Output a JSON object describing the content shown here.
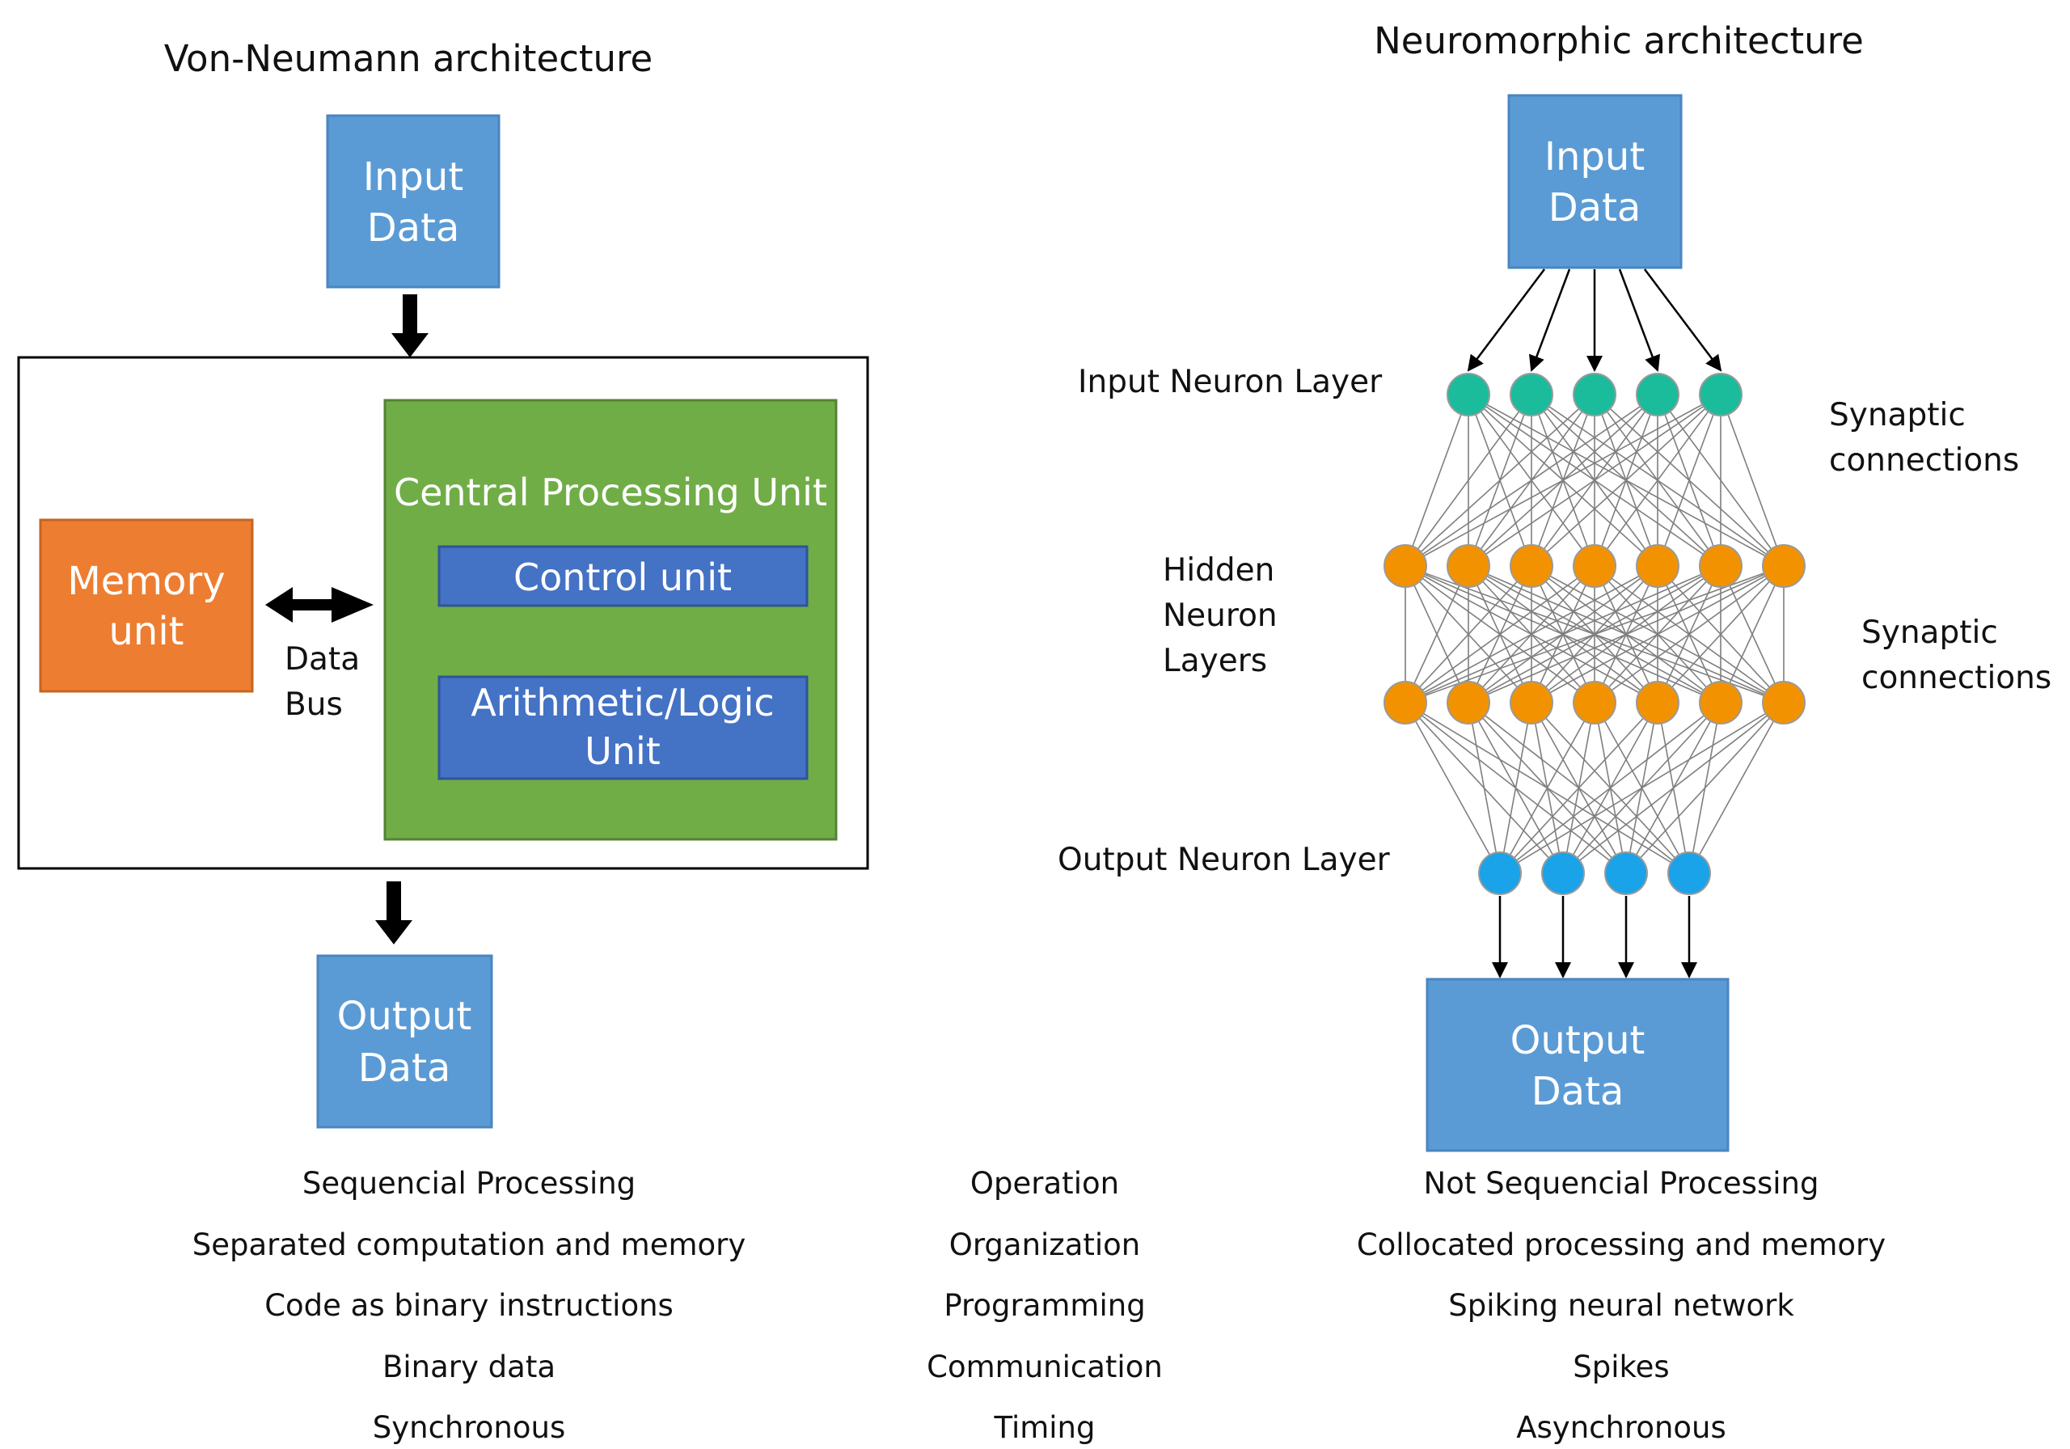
{
  "von_neumann": {
    "title": "Von-Neumann architecture",
    "input_box": {
      "line1": "Input",
      "line2": "Data"
    },
    "memory_box": {
      "line1": "Memory",
      "line2": "unit"
    },
    "data_bus": {
      "line1": "Data",
      "line2": "Bus"
    },
    "cpu": {
      "title": "Central Processing Unit",
      "control_unit": "Control unit",
      "alu": {
        "line1": "Arithmetic/Logic",
        "line2": "Unit"
      }
    },
    "output_box": {
      "line1": "Output",
      "line2": "Data"
    },
    "colors": {
      "data_box": "#5b9bd5",
      "memory": "#ed7d31",
      "cpu": "#70ad47",
      "unit": "#4472c4"
    }
  },
  "neuromorphic": {
    "title": "Neuromorphic architecture",
    "input_box": {
      "line1": "Input",
      "line2": "Data"
    },
    "output_box": {
      "line1": "Output",
      "line2": "Data"
    },
    "labels": {
      "input_layer": "Input Neuron Layer",
      "hidden": {
        "line1": "Hidden",
        "line2": "Neuron",
        "line3": "Layers"
      },
      "output_layer": "Output Neuron Layer",
      "synaptic_1": {
        "line1": "Synaptic",
        "line2": "connections"
      },
      "synaptic_2": {
        "line1": "Synaptic",
        "line2": "connections"
      }
    },
    "layers": [
      {
        "name": "input",
        "count": 5,
        "color": "#1abc9c"
      },
      {
        "name": "hidden-1",
        "count": 7,
        "color": "#f39200"
      },
      {
        "name": "hidden-2",
        "count": 7,
        "color": "#f39200"
      },
      {
        "name": "output",
        "count": 4,
        "color": "#1aa3e8"
      }
    ]
  },
  "comparison": [
    {
      "left": "Sequencial Processing",
      "middle": "Operation",
      "right": "Not Sequencial Processing"
    },
    {
      "left": "Separated computation and memory",
      "middle": "Organization",
      "right": "Collocated processing and memory"
    },
    {
      "left": "Code as binary instructions",
      "middle": "Programming",
      "right": "Spiking neural network"
    },
    {
      "left": "Binary data",
      "middle": "Communication",
      "right": "Spikes"
    },
    {
      "left": "Synchronous",
      "middle": "Timing",
      "right": "Asynchronous"
    }
  ]
}
